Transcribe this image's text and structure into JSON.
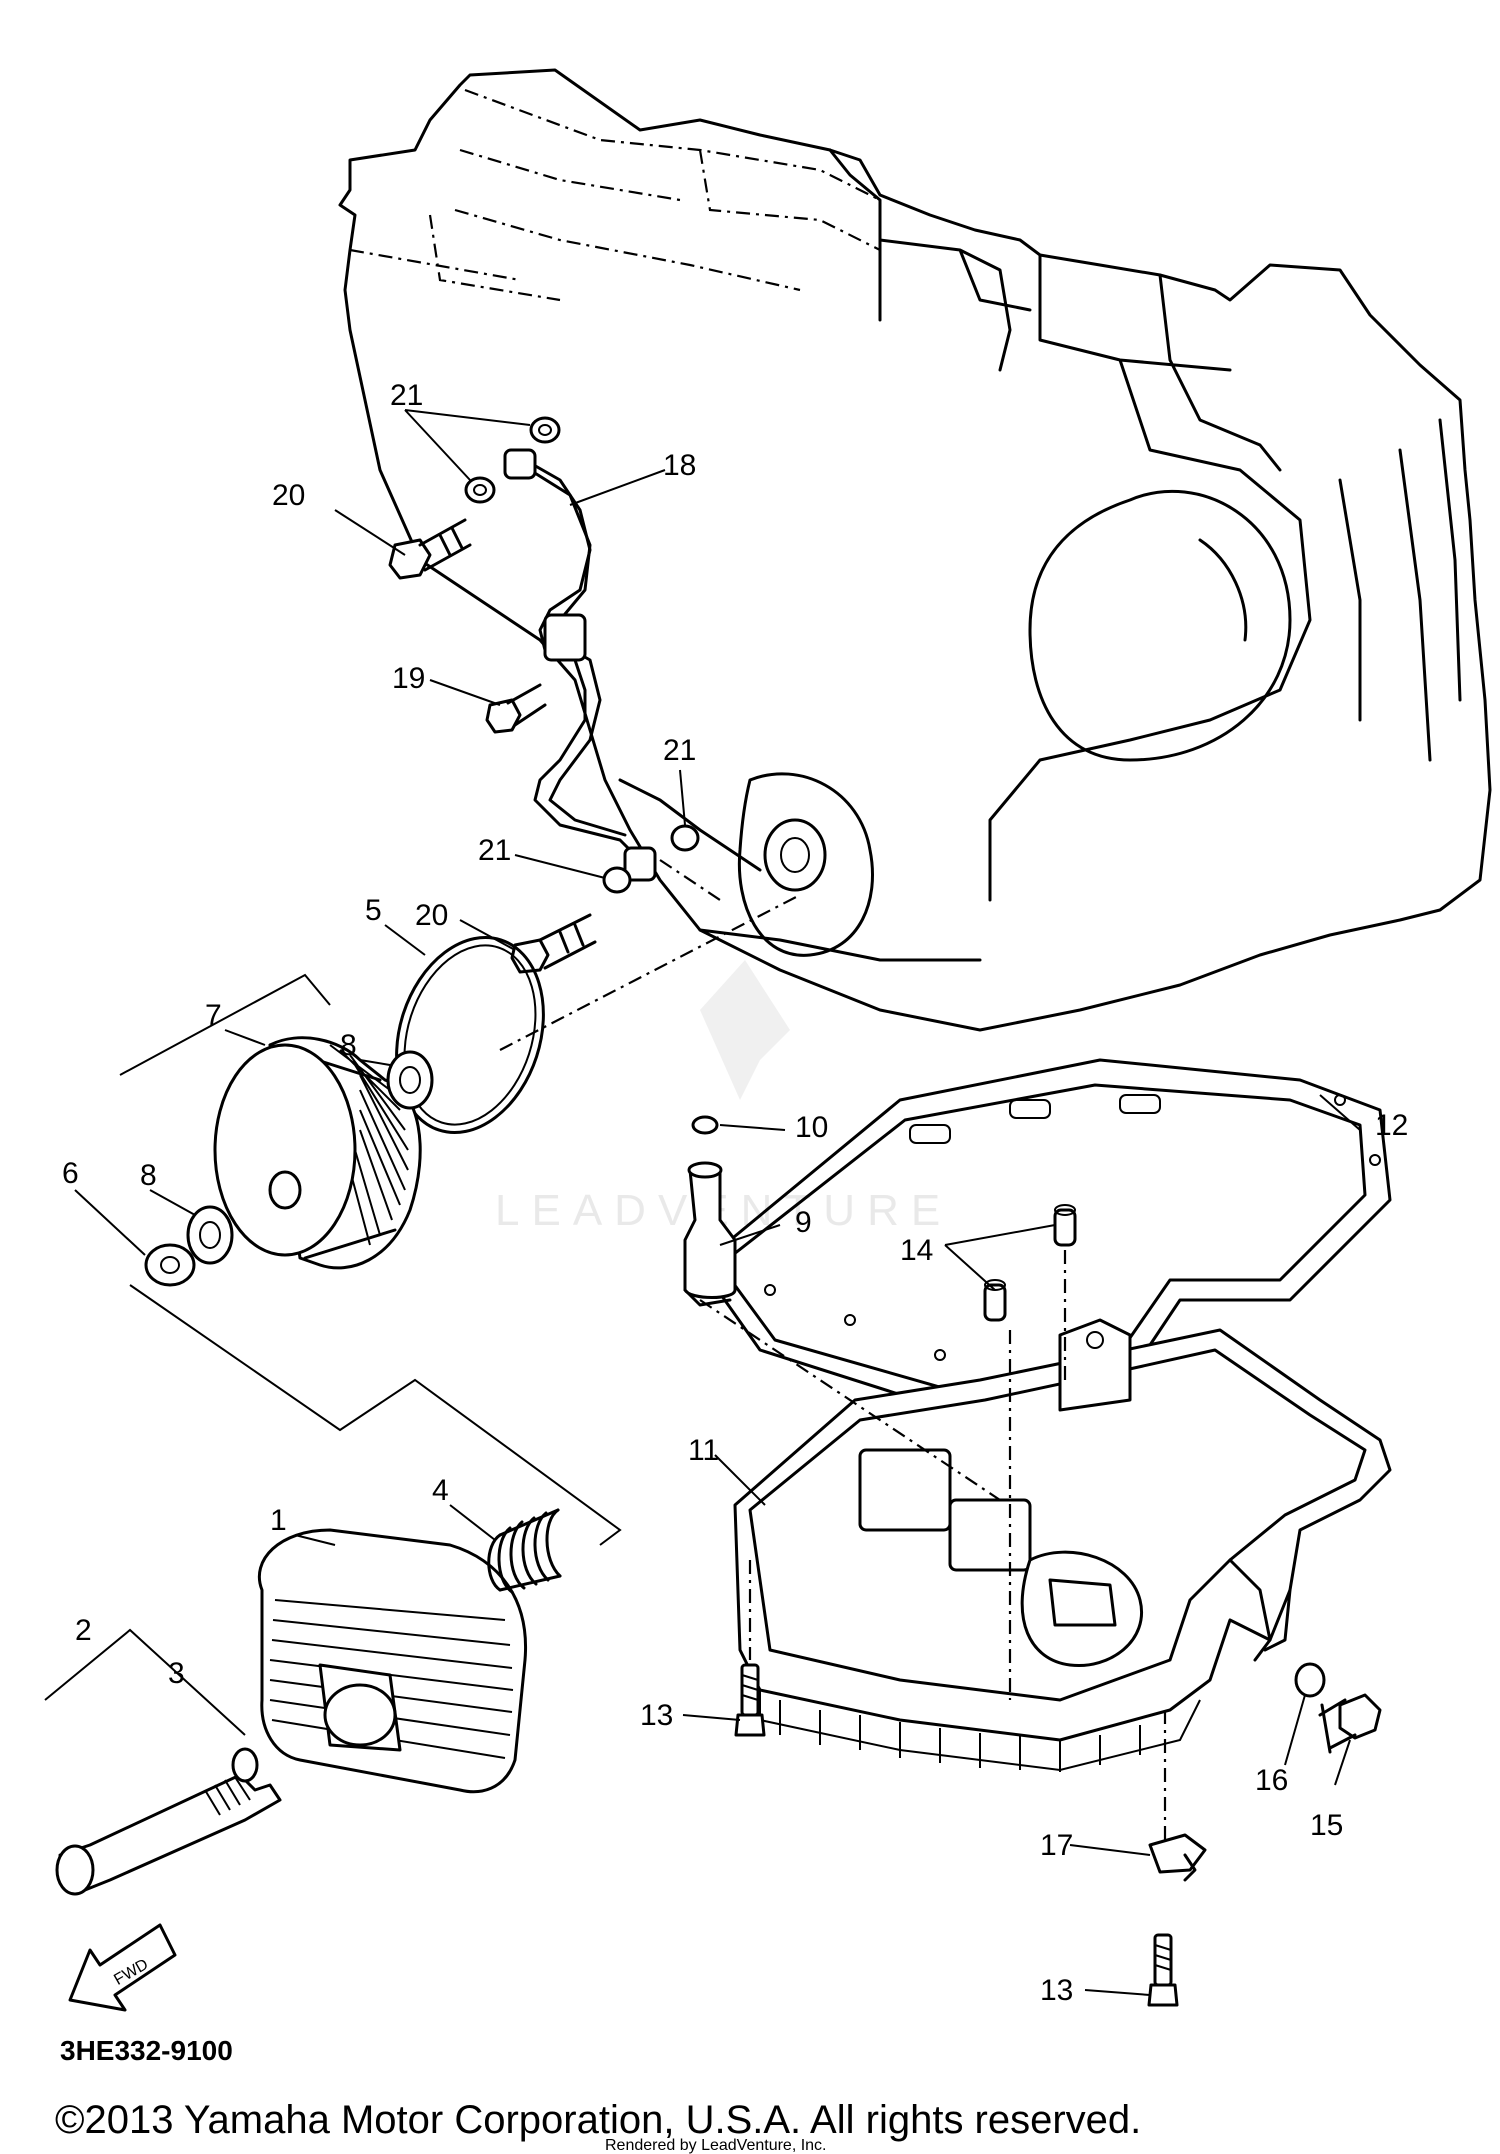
{
  "diagram": {
    "part_numbers": [
      "1",
      "2",
      "3",
      "4",
      "5",
      "6",
      "7",
      "8",
      "8",
      "9",
      "10",
      "11",
      "12",
      "13",
      "13",
      "14",
      "15",
      "16",
      "17",
      "18",
      "19",
      "20",
      "20",
      "21",
      "21",
      "21"
    ],
    "direction_badge": "FWD",
    "drawing_code": "3HE332-9100",
    "watermark": "LEADVENTURE",
    "copyright": "©2013 Yamaha Motor Corporation, U.S.A. All rights reserved.",
    "rendered_by": "Rendered by LeadVenture, Inc."
  }
}
